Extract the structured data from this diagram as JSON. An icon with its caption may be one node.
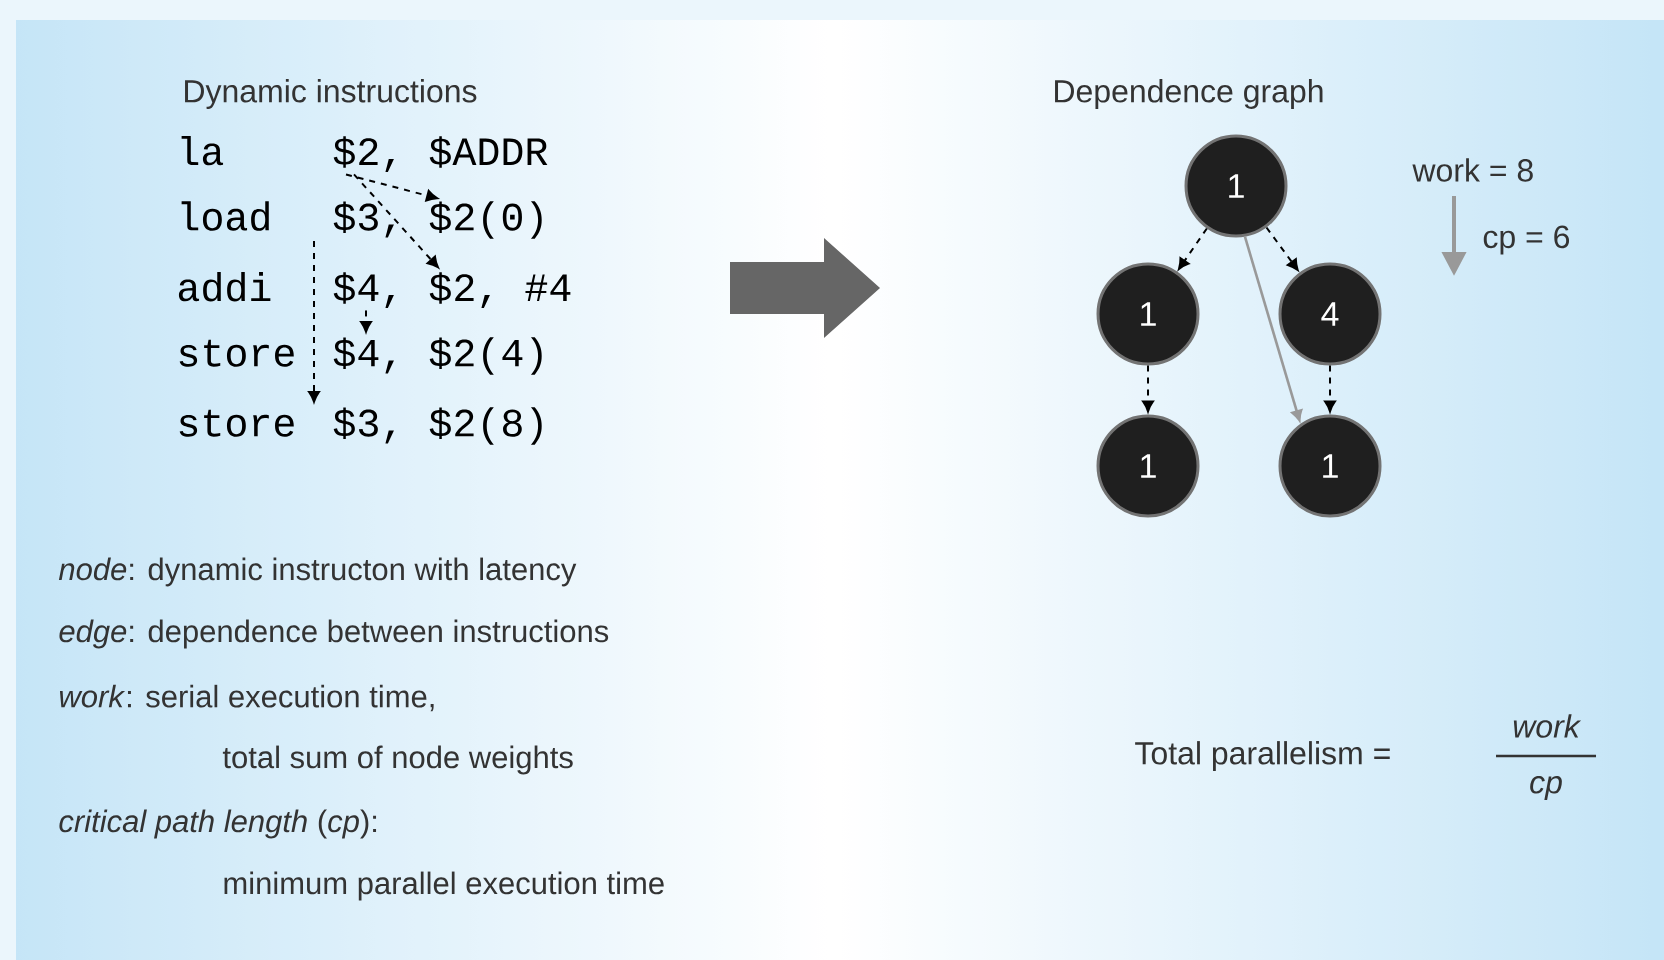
{
  "diagram": {
    "nodes": [
      {
        "text": [
          "la",
          "$2, $ADDR"
        ]
      },
      {
        "text": [
          "load",
          "$3, $2(0)"
        ]
      },
      {
        "text": [
          "addi",
          "$4, $2, #4"
        ]
      },
      {
        "text": [
          "store",
          "$4, $2(4)"
        ]
      },
      {
        "text": [
          "store",
          "$3, $2(8)"
        ]
      },
      {
        "text": [
          "1"
        ]
      },
      {
        "text": [
          "1"
        ]
      },
      {
        "text": [
          "4"
        ]
      },
      {
        "text": [
          "1"
        ]
      },
      {
        "text": [
          "1"
        ]
      }
    ],
    "edges": [
      {
        "from": 0,
        "to": 1,
        "arrow": "to",
        "style": "dashed"
      },
      {
        "from": 0,
        "to": 2,
        "arrow": "to",
        "style": "dashed"
      },
      {
        "from": 2,
        "to": 3,
        "arrow": "to",
        "style": "dashed"
      },
      {
        "from": 1,
        "to": 4,
        "arrow": "to",
        "style": "dashed"
      },
      {
        "from": 5,
        "to": 6,
        "arrow": "to",
        "style": "dashed"
      },
      {
        "from": 5,
        "to": 7,
        "arrow": "to",
        "style": "dashed"
      },
      {
        "from": 6,
        "to": 8,
        "arrow": "to",
        "style": "dashed"
      },
      {
        "from": 7,
        "to": 9,
        "arrow": "to",
        "style": "dashed"
      },
      {
        "from": 5,
        "to": 9,
        "arrow": "to",
        "color": "#999999"
      }
    ],
    "labels": [
      "Dynamic instructions",
      "Dependence graph",
      "work = 8",
      "cp = 6",
      "*node*: dynamic instructon with latency",
      "*edge*: dependence between instructions",
      "*work*: serial execution time,",
      "total sum of node weights",
      "*critical path length* (*cp*):",
      "minimum parallel execution time",
      "Total parallelism =",
      "work",
      "cp"
    ]
  }
}
